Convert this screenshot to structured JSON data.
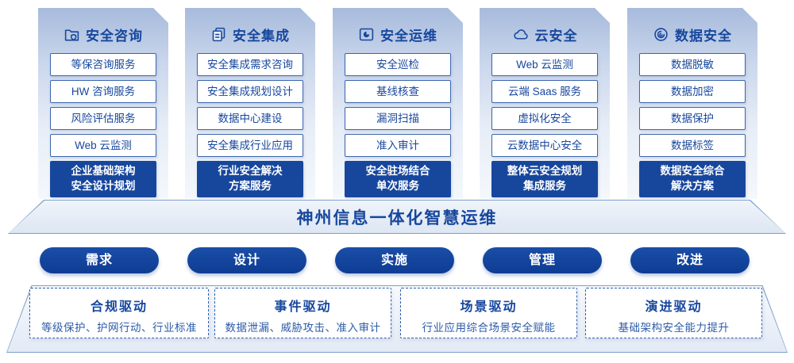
{
  "colors": {
    "primary": "#17479d",
    "item_border": "#3c66ae",
    "pill_blue": "#0e3c93",
    "card_top": "#a7bbdc"
  },
  "columns": [
    {
      "title": "安全咨询",
      "icon": "folder-shield-icon",
      "items": [
        "等保咨询服务",
        "HW 咨询服务",
        "风险评估服务",
        "Web 云监测"
      ],
      "footer1": "企业基础架构",
      "footer2": "安全设计规划"
    },
    {
      "title": "安全集成",
      "icon": "documents-icon",
      "items": [
        "安全集成需求咨询",
        "安全集成规划设计",
        "数据中心建设",
        "安全集成行业应用"
      ],
      "footer1": "行业安全解决",
      "footer2": "方案服务"
    },
    {
      "title": "安全运维",
      "icon": "monitor-clock-icon",
      "items": [
        "安全巡检",
        "基线核查",
        "漏洞扫描",
        "准入审计"
      ],
      "footer1": "安全驻场结合",
      "footer2": "单次服务"
    },
    {
      "title": "云安全",
      "icon": "cloud-icon",
      "items": [
        "Web 云监测",
        "云端 Saas 服务",
        "虚拟化安全",
        "云数据中心安全"
      ],
      "footer1": "整体云安全规划",
      "footer2": "集成服务"
    },
    {
      "title": "数据安全",
      "icon": "fingerprint-icon",
      "items": [
        "数据脱敏",
        "数据加密",
        "数据保护",
        "数据标签"
      ],
      "footer1": "数据安全综合",
      "footer2": "解决方案"
    }
  ],
  "banner": {
    "title": "神州信息一体化智慧运维"
  },
  "pills": [
    "需求",
    "设计",
    "实施",
    "管理",
    "改进"
  ],
  "drivers": [
    {
      "title": "合规驱动",
      "desc": "等级保护、护网行动、行业标准"
    },
    {
      "title": "事件驱动",
      "desc": "数据泄漏、威胁攻击、准入审计"
    },
    {
      "title": "场景驱动",
      "desc": "行业应用综合场景安全赋能"
    },
    {
      "title": "演进驱动",
      "desc": "基础架构安全能力提升"
    }
  ]
}
